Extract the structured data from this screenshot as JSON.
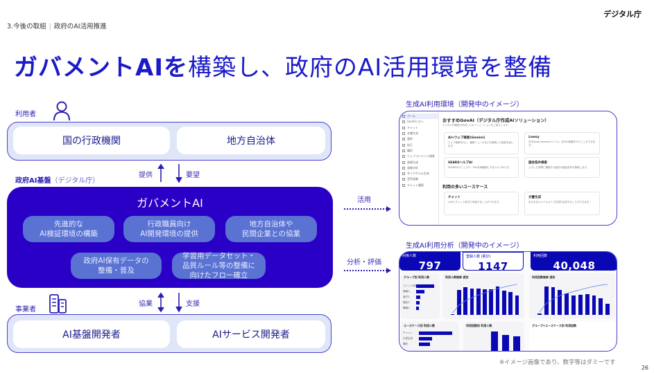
{
  "logo": "デジタル庁",
  "breadcrumb": {
    "section": "3.今後の取組",
    "separator": "|",
    "page": "政府のAI活用推進"
  },
  "title": {
    "bold": "ガバメントAIを",
    "rest": "構築し、政府のAI活用環境を整備"
  },
  "users": {
    "label": "利用者",
    "items": [
      "国の行政機関",
      "地方自治体"
    ]
  },
  "arrows_top": {
    "up": "提供",
    "down": "要望"
  },
  "platform": {
    "label": "政府AI基盤",
    "sub": "（デジタル庁）",
    "core_title": "ガバメントAI",
    "pills": [
      "先進的な\nAI検証環境の構築",
      "行政職員向け\nAI開発環境の提供",
      "地方自治体や\n民間企業との協業",
      "政府AI保有データの\n整備・普及",
      "学習用データセット・\n品質ルール等の整備に\n向けたフロー確立"
    ]
  },
  "arrows_bottom": {
    "both": "協業",
    "down": "支援"
  },
  "vendors": {
    "label": "事業者",
    "items": [
      "AI基盤開発者",
      "AIサービス開発者"
    ]
  },
  "flows": [
    "活用",
    "分析・評価"
  ],
  "mock1": {
    "label": "生成AI利用環境（開発中のイメージ）",
    "sidebar": [
      "ホーム",
      "GovAIリスト",
      "チャット",
      "文書生成",
      "要約",
      "校正",
      "翻訳",
      "ウェブコンテンツ検索",
      "画像生成",
      "画像分析",
      "ダイアグラム生成",
      "音声認識",
      "チャット履歴"
    ],
    "heading": "おすすめGovAI（デジタル庁作成AIソリューション）",
    "intro": "デジタル庁職員が作成したAIソリューションをご紹介します。",
    "cards": [
      {
        "t": "AI×ウェブ検索(Gemini)",
        "d": "ウェブ検索を行い、最新ニュースなどを参照した回答を返します。"
      },
      {
        "t": "Lawsy",
        "d": "法令Deep Researchツール。法令の調査を行うことができます。"
      },
      {
        "t": "SEARSヘルプAI",
        "d": "SEARSのマニュアル・FAQを情報源とするヘルプAIです。"
      },
      {
        "t": "国会答弁検索",
        "d": "入力した質問に関連する過去の国会答弁を検索します。"
      }
    ],
    "usecase_heading": "利用の多いユースケース",
    "usecases": [
      {
        "t": "チャット",
        "d": "LLMとチャット形式で対話することができます。"
      },
      {
        "t": "文書生成",
        "d": "あらゆるコンテキストで文書を生成することができます。"
      }
    ]
  },
  "mock2": {
    "label": "生成AI利用分析（開発中のイメージ）",
    "kpis": [
      {
        "label": "利用人数",
        "value": "797"
      },
      {
        "label": "登録人数 (累計)",
        "value": "1147"
      },
      {
        "label": "利用回数",
        "value": "40,048"
      }
    ],
    "panels": {
      "group": "グループ別 利用人数",
      "trend_users": "利用人数推移 週別",
      "trend_count": "利用回数推移 週別",
      "usecase": "ユースケース別 利用人数",
      "count_users": "利用回数別 利用人数",
      "matrix": "グループ×ユースケース別 利用回数"
    },
    "group_bars": [
      {
        "name": "ユニット所属",
        "v": 550
      },
      {
        "name": "情報G",
        "v": 251
      },
      {
        "name": "省庁G",
        "v": 131
      },
      {
        "name": "国民G",
        "v": 97
      },
      {
        "name": "戦略G",
        "v": 76
      }
    ],
    "weekly_users": [
      12,
      311,
      344,
      330,
      323,
      318,
      317,
      354,
      300,
      281,
      238
    ],
    "weekly_counts": [
      300,
      5422,
      5372,
      4771,
      4107,
      3670,
      3852,
      4050,
      3688,
      3151,
      2136
    ],
    "usecase_bars": [
      {
        "name": "チャット",
        "v": 642
      },
      {
        "name": "文書生成",
        "v": 260
      },
      {
        "name": "要約",
        "v": 221
      }
    ],
    "count_bars": [
      256,
      218,
      197
    ]
  },
  "footnote": "※イメージ画像であり、数字等はダミーです",
  "page_number": "26"
}
